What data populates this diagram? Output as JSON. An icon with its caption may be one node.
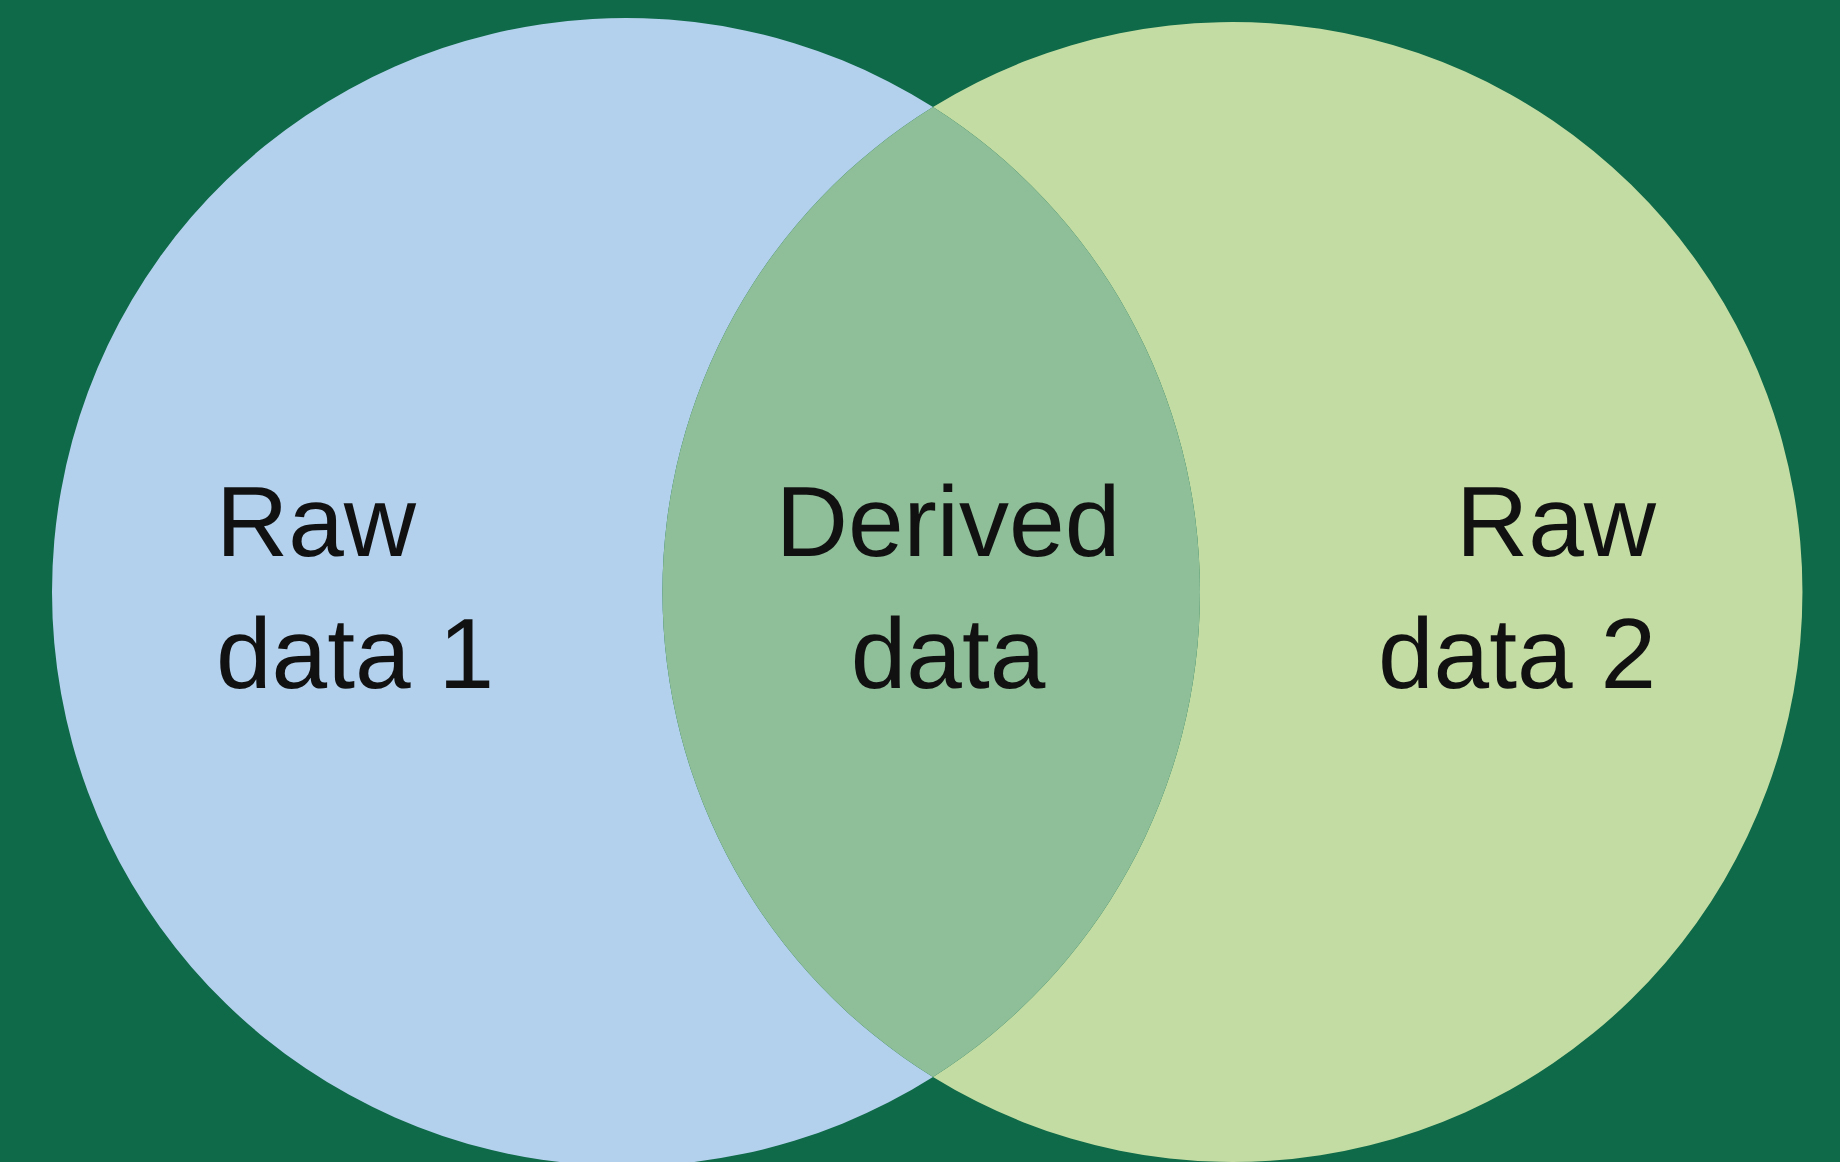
{
  "diagram": {
    "nodes": [
      {
        "text": [
          "Raw data 1"
        ]
      },
      {
        "text": [
          "Derived data"
        ]
      },
      {
        "text": [
          "Raw data 2"
        ]
      }
    ]
  }
}
